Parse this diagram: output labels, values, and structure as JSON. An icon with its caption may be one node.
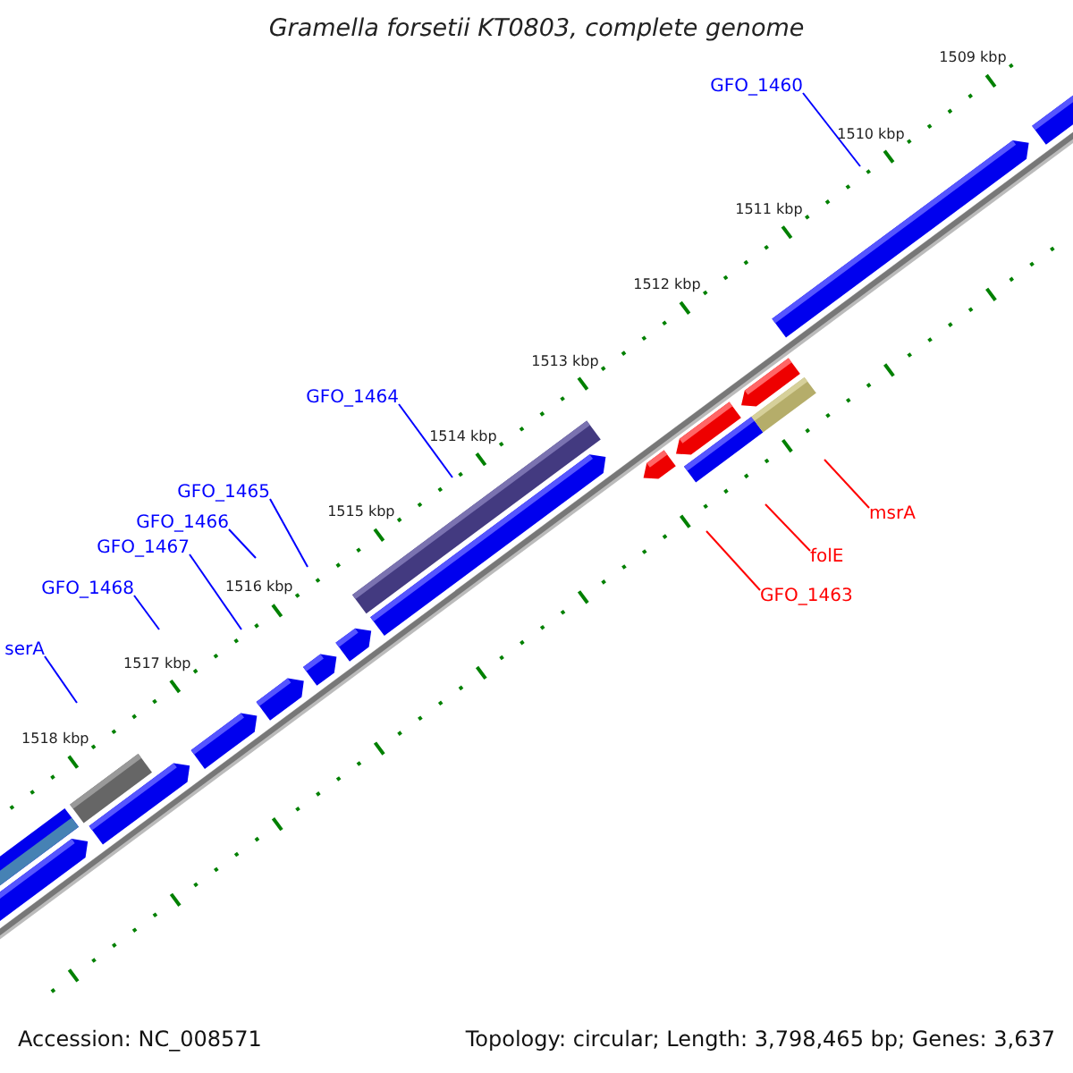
{
  "diagram": {
    "title": "Gramella forsetii KT0803, complete genome",
    "nodes": [
      {
        "text": [
          "GFO_1460"
        ]
      },
      {
        "text": [
          "GFO_1464"
        ]
      },
      {
        "text": [
          "GFO_1465"
        ]
      },
      {
        "text": [
          "GFO_1466"
        ]
      },
      {
        "text": [
          "GFO_1467"
        ]
      },
      {
        "text": [
          "GFO_1468"
        ]
      },
      {
        "text": [
          "serA"
        ]
      },
      {
        "text": [
          "msrA"
        ]
      },
      {
        "text": [
          "folE"
        ]
      },
      {
        "text": [
          "GFO_1463"
        ]
      }
    ],
    "edges": [
      {
        "from": 0,
        "to": null,
        "arrow": "none"
      },
      {
        "from": 1,
        "to": null,
        "arrow": "none"
      },
      {
        "from": 2,
        "to": null,
        "arrow": "none"
      },
      {
        "from": 3,
        "to": null,
        "arrow": "none"
      },
      {
        "from": 4,
        "to": null,
        "arrow": "none"
      },
      {
        "from": 5,
        "to": null,
        "arrow": "none"
      },
      {
        "from": 6,
        "to": null,
        "arrow": "none"
      },
      {
        "from": 7,
        "to": null,
        "arrow": "none",
        "color": "#ff0000"
      },
      {
        "from": 8,
        "to": null,
        "arrow": "none",
        "color": "#ff0000"
      },
      {
        "from": 9,
        "to": null,
        "arrow": "none",
        "color": "#ff0000"
      }
    ],
    "labels": [
      "1509 kbp",
      "1510 kbp",
      "1511 kbp",
      "1512 kbp",
      "1513 kbp",
      "1514 kbp",
      "1515 kbp",
      "1516 kbp",
      "1517 kbp",
      "1518 kbp",
      "Accession: NC_008571",
      "Topology: circular; Length: 3,798,465 bp; Genes: 3,637"
    ]
  }
}
